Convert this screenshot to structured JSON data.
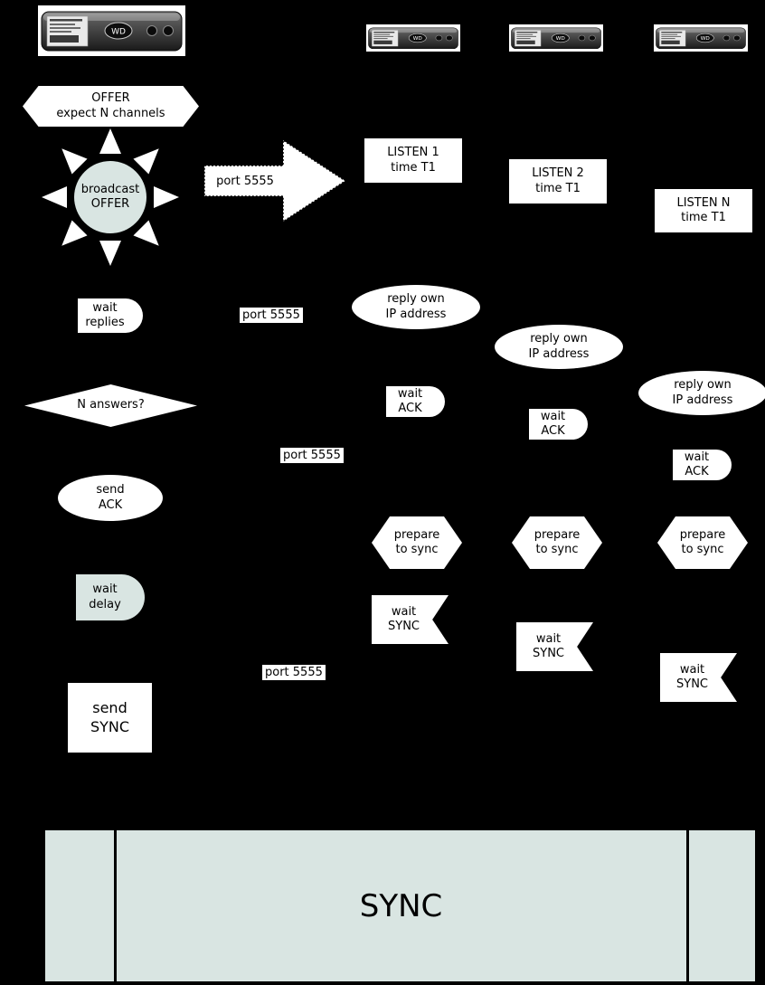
{
  "colors": {
    "background": "#000000",
    "shape_fill": "#ffffff",
    "accent_fill": "#d9e5e2",
    "text": "#000000"
  },
  "devices": {
    "logo": "WD"
  },
  "master": {
    "offer": "OFFER\nexpect N channels",
    "broadcast": "broadcast\nOFFER",
    "arrow_port": "port 5555",
    "wait_replies": "wait\nreplies",
    "port_reply_label": "port 5555",
    "decision": "N answers?",
    "send_ack": "send\nACK",
    "port_ack_label": "port 5555",
    "wait_delay": "wait\ndelay",
    "port_sync_label": "port 5555",
    "send_sync": "send\nSYNC"
  },
  "nodes": [
    {
      "listen": "LISTEN 1\ntime T1",
      "reply": "reply own\nIP address",
      "wait_ack": "wait\nACK",
      "prepare": "prepare\nto sync",
      "wait_sync": "wait\nSYNC"
    },
    {
      "listen": "LISTEN 2\ntime T1",
      "reply": "reply own\nIP address",
      "wait_ack": "wait\nACK",
      "prepare": "prepare\nto sync",
      "wait_sync": "wait\nSYNC"
    },
    {
      "listen": "LISTEN N\ntime T1",
      "reply": "reply own\nIP address",
      "wait_ack": "wait\nACK",
      "prepare": "prepare\nto sync",
      "wait_sync": "wait\nSYNC"
    }
  ],
  "sync_bar": {
    "label": "SYNC"
  }
}
